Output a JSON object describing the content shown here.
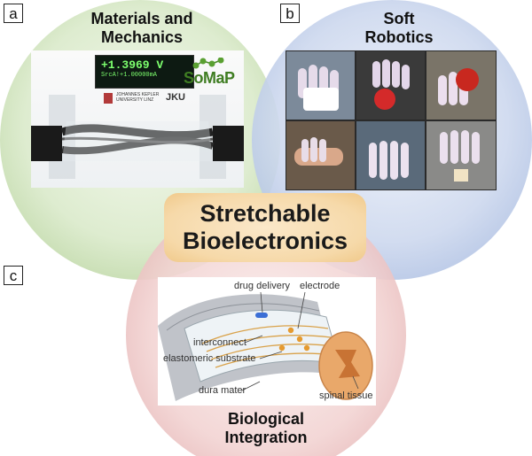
{
  "panels": {
    "a": {
      "label": "a",
      "title_line1": "Materials and",
      "title_line2": "Mechanics",
      "meter_reading": "+1.3969 V",
      "meter_sub": "SrcA!+1.00000mA",
      "logo_text": "SoMaP",
      "university_text_line1": "JOHANNES KEPLER",
      "university_text_line2": "UNIVERSITY LINZ",
      "jku": "JKU"
    },
    "b": {
      "label": "b",
      "title_line1": "Soft",
      "title_line2": "Robotics"
    },
    "c": {
      "label": "c",
      "title_line1": "Biological",
      "title_line2": "Integration",
      "callouts": {
        "drug_delivery": "drug delivery",
        "electrode": "electrode",
        "interconnect": "interconnect",
        "elastomeric_substrate": "elastomeric substrate",
        "dura_mater": "dura mater",
        "spinal_tissue": "spinal tissue"
      }
    }
  },
  "center": {
    "line1": "Stretchable",
    "line2": "Bioelectronics"
  },
  "colors": {
    "green_circle": "#cfe3bd",
    "blue_circle": "#bccbe6",
    "pink_circle": "#efc3c3",
    "center_box": "#f6d9a9"
  }
}
